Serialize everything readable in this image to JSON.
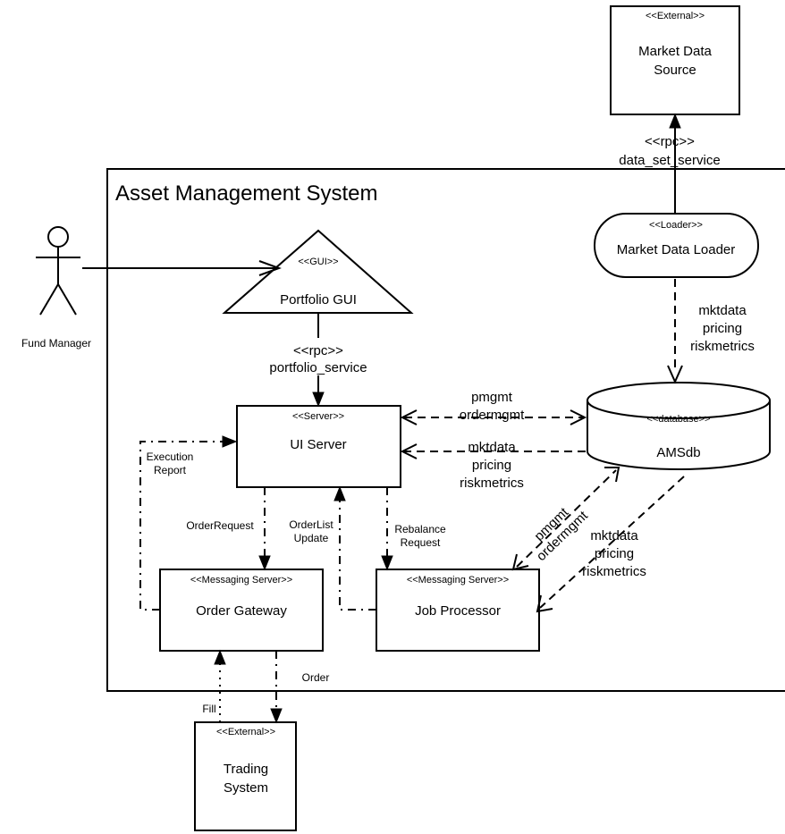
{
  "system": {
    "title": "Asset Management System"
  },
  "actor": {
    "name": "Fund Manager"
  },
  "nodes": {
    "market_data_source": {
      "stereotype": "<<External>>",
      "line1": "Market Data",
      "line2": "Source"
    },
    "market_data_loader": {
      "stereotype": "<<Loader>>",
      "name": "Market Data Loader"
    },
    "portfolio_gui": {
      "stereotype": "<<GUI>>",
      "name": "Portfolio GUI"
    },
    "ui_server": {
      "stereotype": "<<Server>>",
      "name": "UI Server"
    },
    "amsdb": {
      "stereotype": "<<database>>",
      "name": "AMSdb"
    },
    "order_gateway": {
      "stereotype": "<<Messaging Server>>",
      "name": "Order Gateway"
    },
    "job_processor": {
      "stereotype": "<<Messaging Server>>",
      "name": "Job Processor"
    },
    "trading_system": {
      "stereotype": "<<External>>",
      "line1": "Trading",
      "line2": "System"
    }
  },
  "connectors": {
    "data_set_service": {
      "stereotype": "<<rpc>>",
      "name": "data_set_service"
    },
    "portfolio_service": {
      "stereotype": "<<rpc>>",
      "name": "portfolio_service"
    },
    "loader_to_db": [
      "mktdata",
      "pricing",
      "riskmetrics"
    ],
    "ui_to_db": [
      "pmgmt",
      "ordermgmt"
    ],
    "db_to_ui": [
      "mktdata",
      "pricing",
      "riskmetrics"
    ],
    "jp_to_db": [
      "pmgmt",
      "ordermgmt"
    ],
    "db_to_jp": [
      "mktdata",
      "pricing",
      "riskmetrics"
    ],
    "execution_report": [
      "Execution",
      "Report"
    ],
    "order_request": "OrderRequest",
    "order_list_update": [
      "OrderList",
      "Update"
    ],
    "rebalance_request": [
      "Rebalance",
      "Request"
    ],
    "order": "Order",
    "fill": "Fill"
  }
}
